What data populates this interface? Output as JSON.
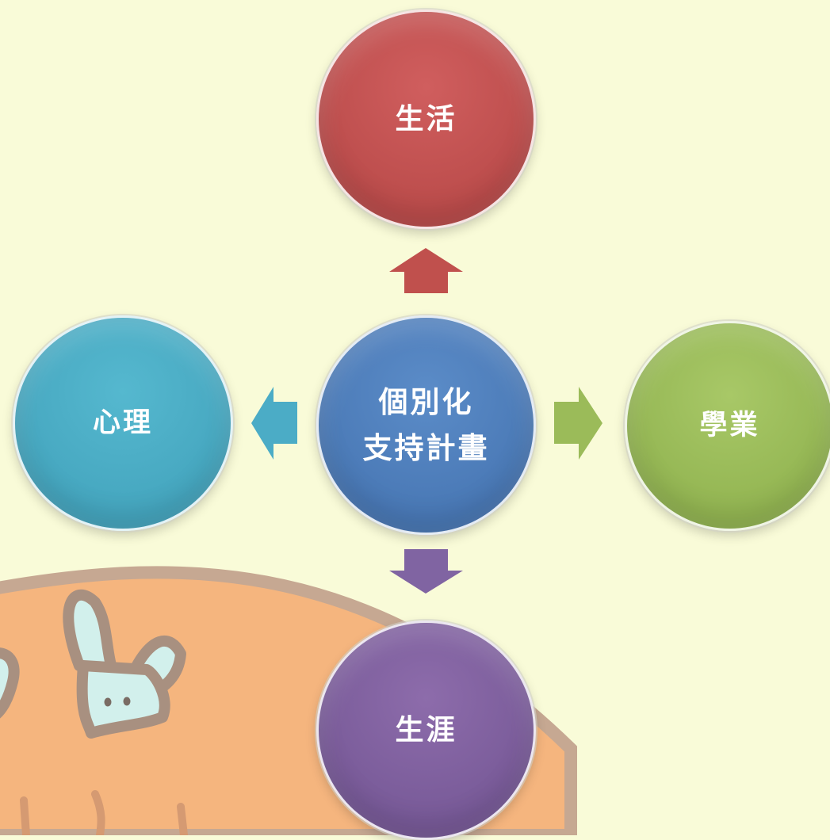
{
  "diagram": {
    "center": {
      "line1": "個別化",
      "line2": "支持計畫"
    },
    "top": {
      "label": "生活"
    },
    "left": {
      "label": "心理"
    },
    "right": {
      "label": "學業"
    },
    "bottom": {
      "label": "生涯"
    }
  },
  "colors": {
    "background": "#f9fbd8",
    "center": "#4f7fbb",
    "top": "#c05250",
    "left": "#4aaec6",
    "right": "#9bbb59",
    "bottom": "#8064a2",
    "carrot": "#f5b57e",
    "rabbit": "#d2f0ec"
  }
}
